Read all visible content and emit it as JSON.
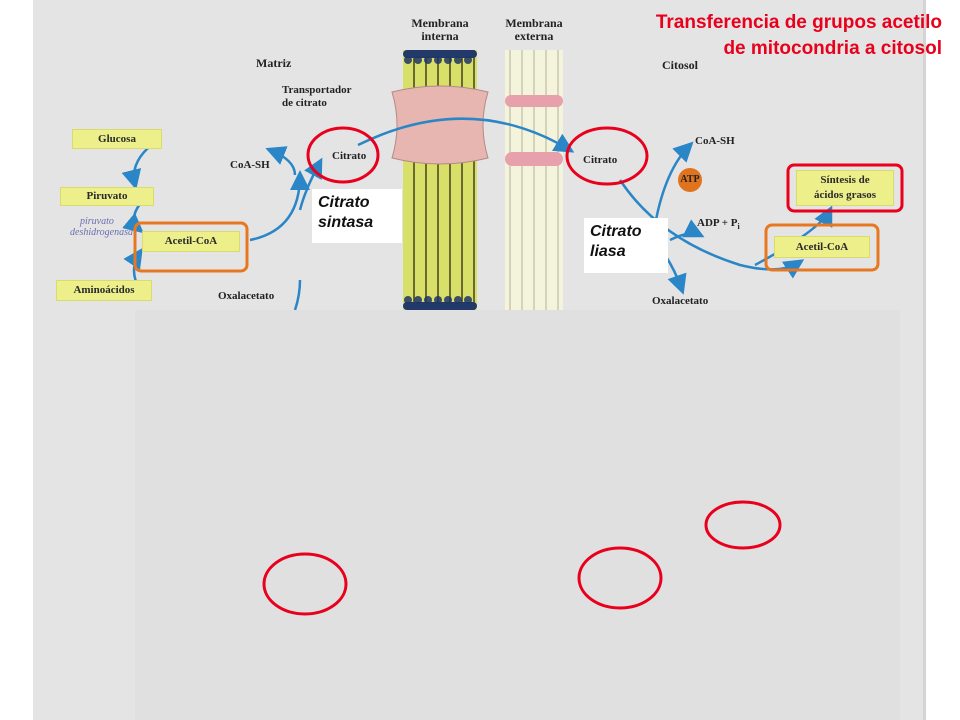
{
  "title": {
    "line1": "Transferencia de grupos acetilo",
    "line2": "de mitocondria a citosol"
  },
  "compartments": {
    "matrix": "Matriz",
    "cytosol": "Citosol",
    "inner_membrane": [
      "Membrana",
      "interna"
    ],
    "outer_membrane": [
      "Membrana",
      "externa"
    ]
  },
  "transporter": [
    "Transportador",
    "de citrato"
  ],
  "left_pathway": {
    "glucose": "Glucosa",
    "pyruvate": "Piruvato",
    "enzyme_note": [
      "piruvato",
      "deshidrogenasa"
    ],
    "acetyl_coa": "Acetil-CoA",
    "amino_acids": "Aminoácidos"
  },
  "matrix_labels": {
    "coa_sh": "CoA-SH",
    "citrate": "Citrato",
    "oxaloacetate": "Oxalacetato"
  },
  "cytosol_labels": {
    "citrate": "Citrato",
    "coa_sh": "CoA-SH",
    "atp": "ATP",
    "adp_pi": "ADP + P",
    "pi_sub": "i",
    "acetyl_coa": "Acetil-CoA",
    "oxaloacetate": "Oxalacetato",
    "fatty_acid_synthesis": [
      "Síntesis de",
      "ácidos grasos"
    ]
  },
  "enzymes": {
    "citrate_synthase": [
      "Citrato",
      "sintasa"
    ],
    "citrate_lyase": [
      "Citrato",
      "liasa"
    ]
  },
  "colors": {
    "accent_red": "#e8001c",
    "highlight_orange": "#e87722",
    "box_yellow": "#ecef8a",
    "arrow_blue": "#2a86c6",
    "panel_gray": "#e0e0e0"
  }
}
